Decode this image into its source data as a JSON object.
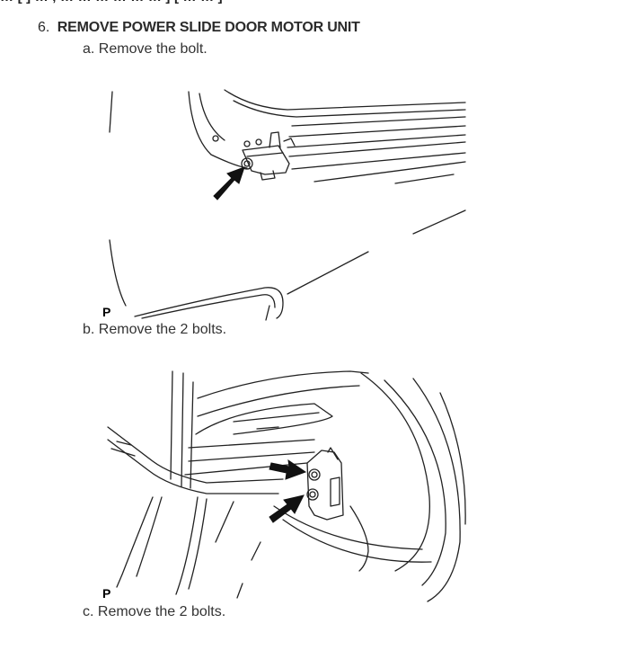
{
  "header_fragment": "… [ ] … , … … … … … … ] [ … … ]",
  "step": {
    "number": "6.",
    "title": "REMOVE POWER SLIDE DOOR MOTOR UNIT"
  },
  "substeps": [
    {
      "label": "a. Remove the bolt.",
      "figure_mark": "P"
    },
    {
      "label": "b. Remove the 2 bolts.",
      "figure_mark": "P"
    },
    {
      "label": "c. Remove the 2 bolts."
    }
  ]
}
